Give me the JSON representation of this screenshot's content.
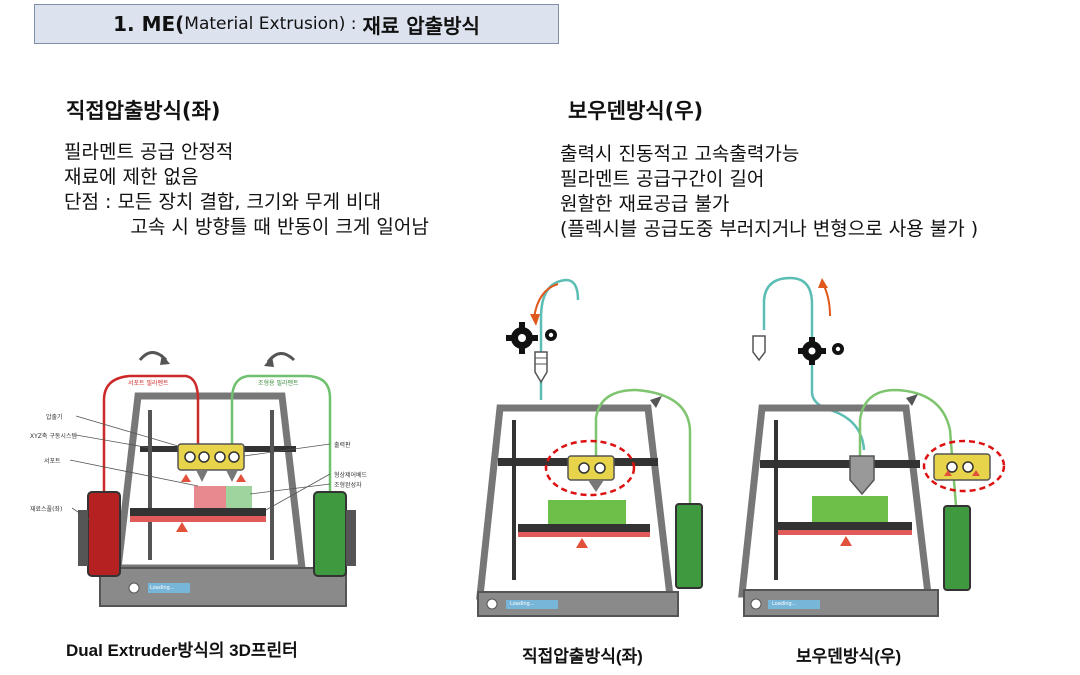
{
  "title": {
    "prefix": "1. ME(",
    "english": "Material Extrusion) : ",
    "korean": "재료 압출방식"
  },
  "left": {
    "heading": "직접압출방식(좌)",
    "lines": [
      "필라멘트 공급 안정적",
      "재료에 제한 없음",
      "단점 : 모든 장치 결합, 크기와 무게 비대",
      "           고속 시 방향틀 때 반동이 크게 일어남"
    ]
  },
  "right": {
    "heading": "보우덴방식(우)",
    "lines": [
      "출력시 진동적고 고속출력가능",
      "필라멘트 공급구간이 길어",
      "원할한 재료공급 불가",
      "(플렉시블 공급도중 부러지거나 변형으로 사용 불가 )"
    ]
  },
  "figure_labels": {
    "top_left": "서포트 필라멘트",
    "top_right": "조형용 필라멘트",
    "extruder": "압출기",
    "xyz": "XYZ축 구동시스템",
    "support": "서포트",
    "spool": "재료스풀(좌)",
    "output": "출력판",
    "heat_bed": "형상제어베드",
    "model": "조형완성자",
    "loading": "Loading..."
  },
  "captions": {
    "dual": "Dual Extruder방식의 3D프린터",
    "direct": "직접압출방식(좌)",
    "bowden": "보우덴방식(우)"
  },
  "colors": {
    "red_filament": "#cc2a2a",
    "green_filament": "#4fae4f",
    "teal_filament": "#5bbdb4",
    "arrow_orange": "#e0581c",
    "dashed_circle": "#dd1111",
    "extruder_yellow": "#e8d44a",
    "frame_gray": "#6f6f6f",
    "bed_red": "#e25b5b"
  }
}
